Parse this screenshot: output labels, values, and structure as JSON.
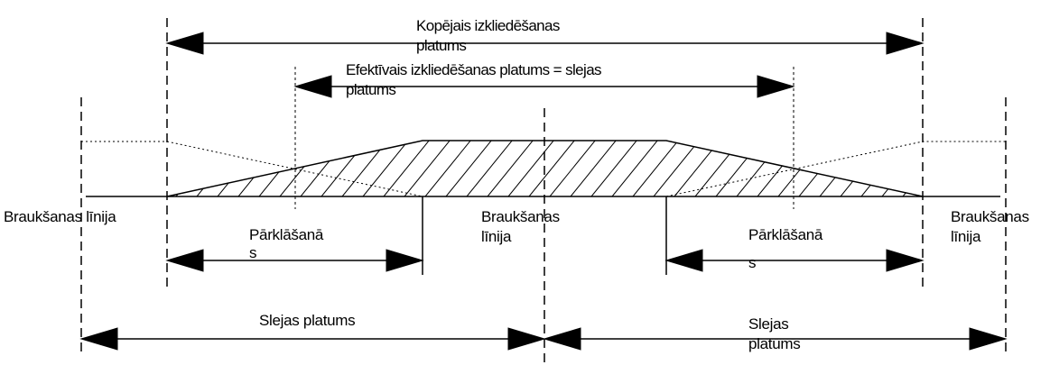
{
  "labels": {
    "total_width_1": "Kopējais izkliedēšanas",
    "total_width_2": "platums",
    "effective_width_1": "Efektīvais izkliedēšanas platums = slejas",
    "effective_width_2": "platums",
    "drive_left": "Braukšanas līnija",
    "drive_center_1": "Braukšanas",
    "drive_center_2": "līnija",
    "drive_right_1": "Braukšanas",
    "drive_right_2": "līnija",
    "overlap_left_1": "Pārklāšanā",
    "overlap_left_2": "s",
    "overlap_right_1": "Pārklāšanā",
    "overlap_right_2": "s",
    "swath_left": "Slejas platums",
    "swath_right_1": "Slejas",
    "swath_right_2": "platums"
  }
}
